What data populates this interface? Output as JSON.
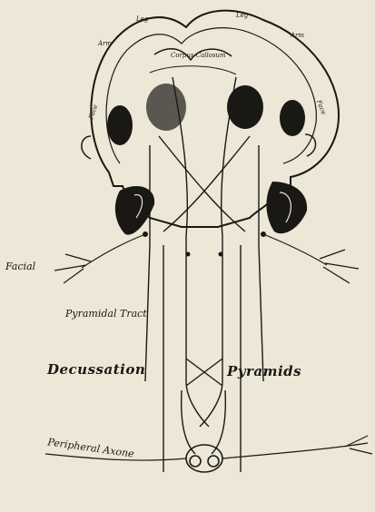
{
  "labels": {
    "leg_left": "Leg",
    "leg_right": "Leg",
    "arm_left": "Arm",
    "arm_right": "Arm",
    "face_left": "Face",
    "face_right": "Face",
    "corpus_callosum": "Corpus Callosum",
    "facial": "Facial",
    "pyramidal_tract": "Pyramidal Tract",
    "decussation_of_pyramids_left": "Decussation",
    "decussation_of_pyramids_right": "Pyramids",
    "peripheral_axone": "Peripheral Axone"
  },
  "colors": {
    "ink": "#1a1815",
    "paper": "#ece7d6"
  }
}
